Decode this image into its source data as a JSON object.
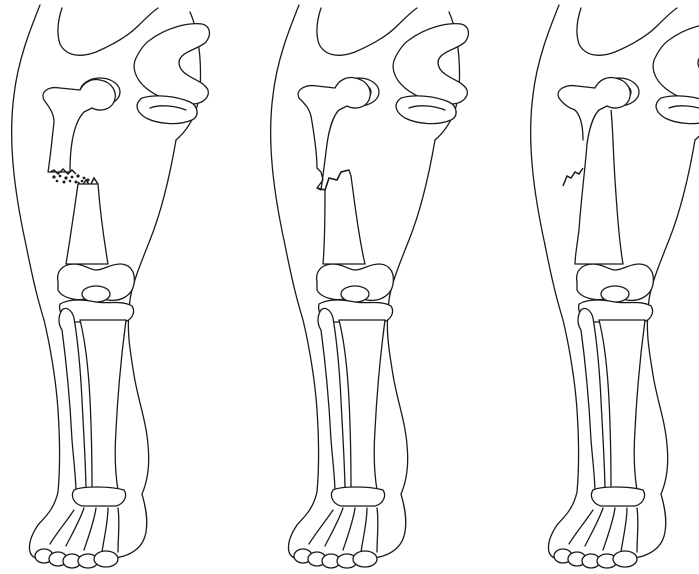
{
  "figure": {
    "panels": [
      {
        "fracture_type": "comminuted"
      },
      {
        "fracture_type": "oblique"
      },
      {
        "fracture_type": "transverse-hairline"
      }
    ],
    "colors": {
      "line": "#1a1a1a",
      "background": "#ffffff",
      "bone_fill": "#ffffff"
    }
  }
}
